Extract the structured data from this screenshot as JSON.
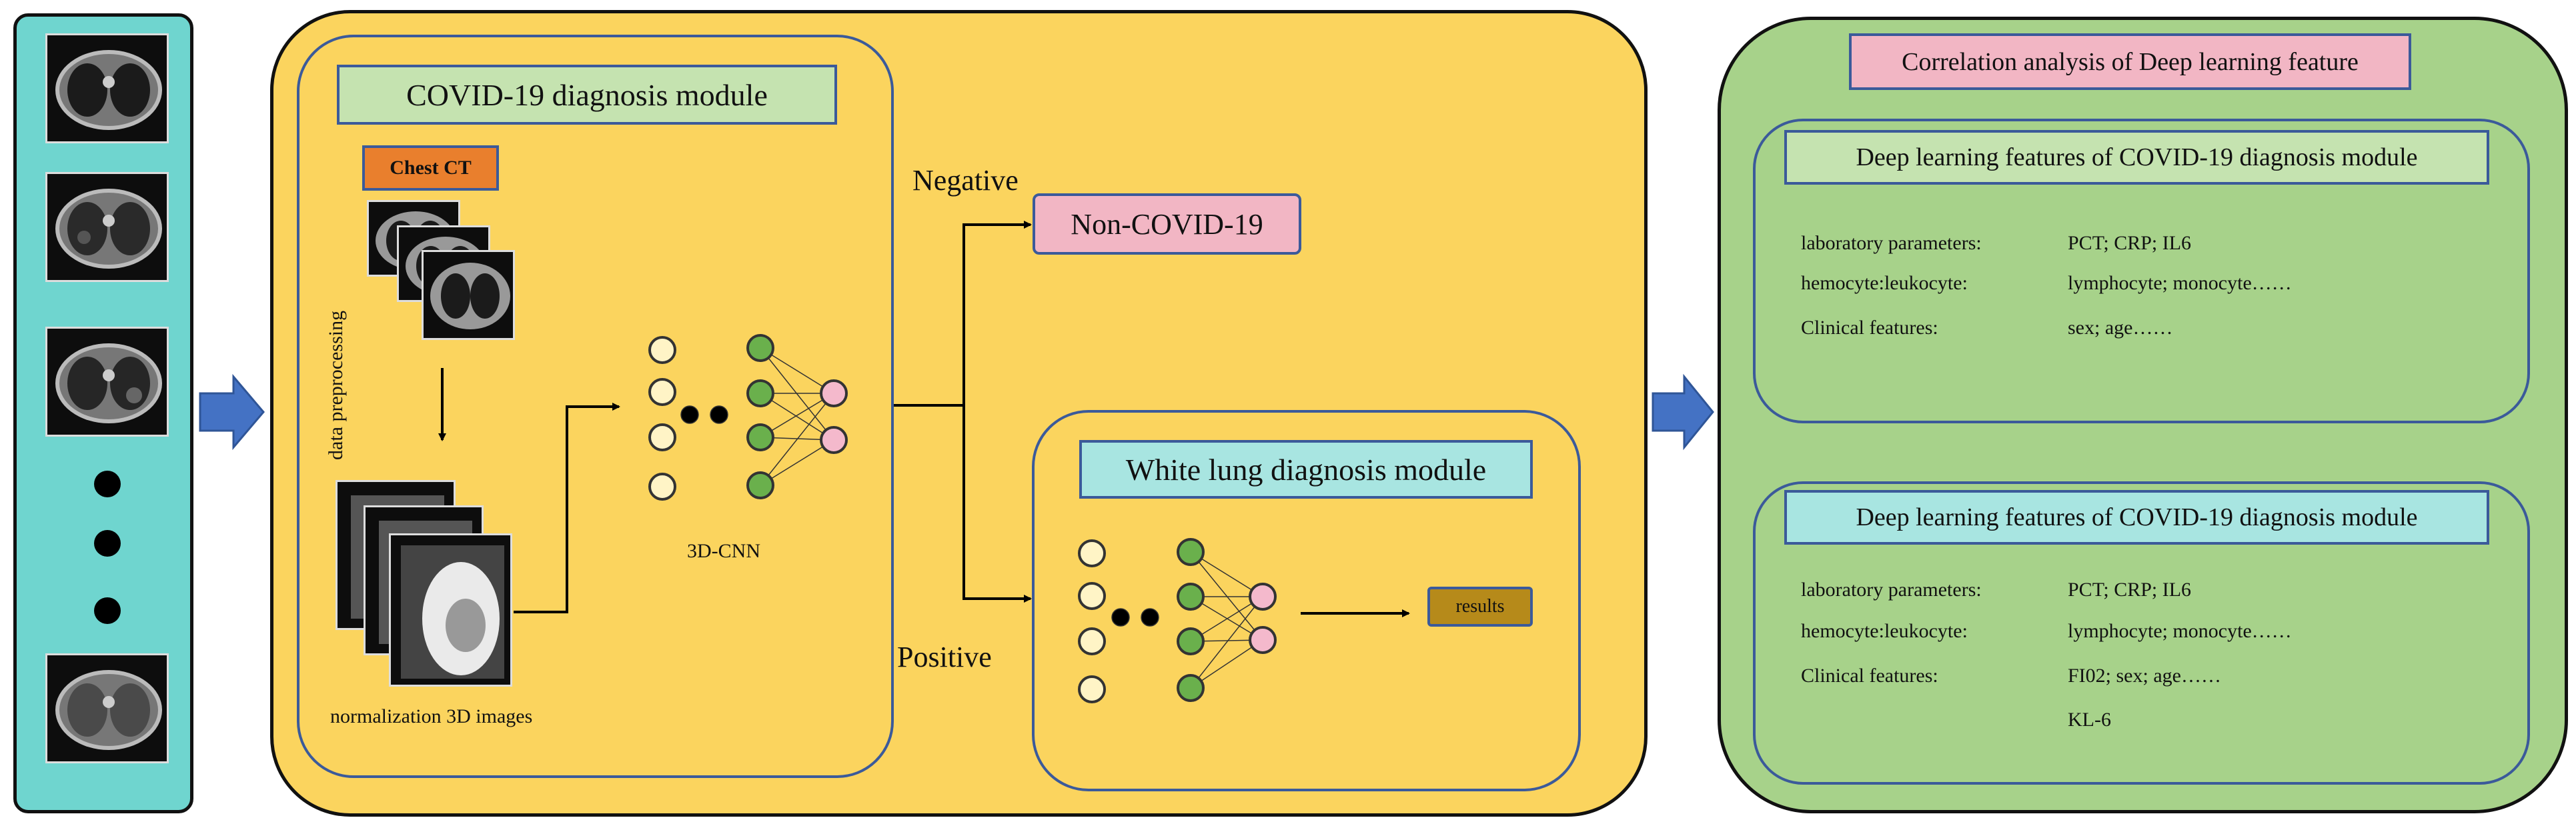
{
  "colors": {
    "teal_panel": "#6fd5cf",
    "yellow_panel": "#fbd45e",
    "green_panel": "#a7d28a",
    "module_border": "#3b5a9a",
    "light_green_label": "#c5e3b0",
    "light_teal_label": "#a8e5e1",
    "pink_label": "#f2b6c4",
    "orange_label": "#e97f2d",
    "gold_label": "#b68a1a",
    "arrow_blue": "#4472c4"
  },
  "input_strip": {
    "dots": [
      "•",
      "•",
      "•"
    ]
  },
  "covid_module": {
    "title": "COVID-19 diagnosis module",
    "chest_ct_label": "Chest CT",
    "preprocess_label": "data preprocessing",
    "normalization_label": "normalization 3D images",
    "network_label": "3D-CNN"
  },
  "branches": {
    "negative_label": "Negative",
    "positive_label": "Positive",
    "non_covid_label": "Non-COVID-19"
  },
  "white_lung_module": {
    "title": "White lung diagnosis module",
    "results_label": "results"
  },
  "correlation_panel": {
    "title": "Correlation analysis of Deep learning feature",
    "box1": {
      "title": "Deep learning features of COVID-19 diagnosis module",
      "rows": [
        {
          "key": "laboratory parameters:",
          "value": "PCT; CRP; IL6"
        },
        {
          "key": "hemocyte:leukocyte:",
          "value": "lymphocyte; monocyte……"
        },
        {
          "key": "Clinical features:",
          "value": "sex; age……"
        }
      ]
    },
    "box2": {
      "title": "Deep learning features of COVID-19 diagnosis module",
      "rows": [
        {
          "key": "laboratory parameters:",
          "value": "PCT; CRP; IL6"
        },
        {
          "key": "hemocyte:leukocyte:",
          "value": "lymphocyte; monocyte……"
        },
        {
          "key": "Clinical features:",
          "value": "FI02; sex; age……"
        }
      ],
      "extra": "KL-6"
    }
  }
}
